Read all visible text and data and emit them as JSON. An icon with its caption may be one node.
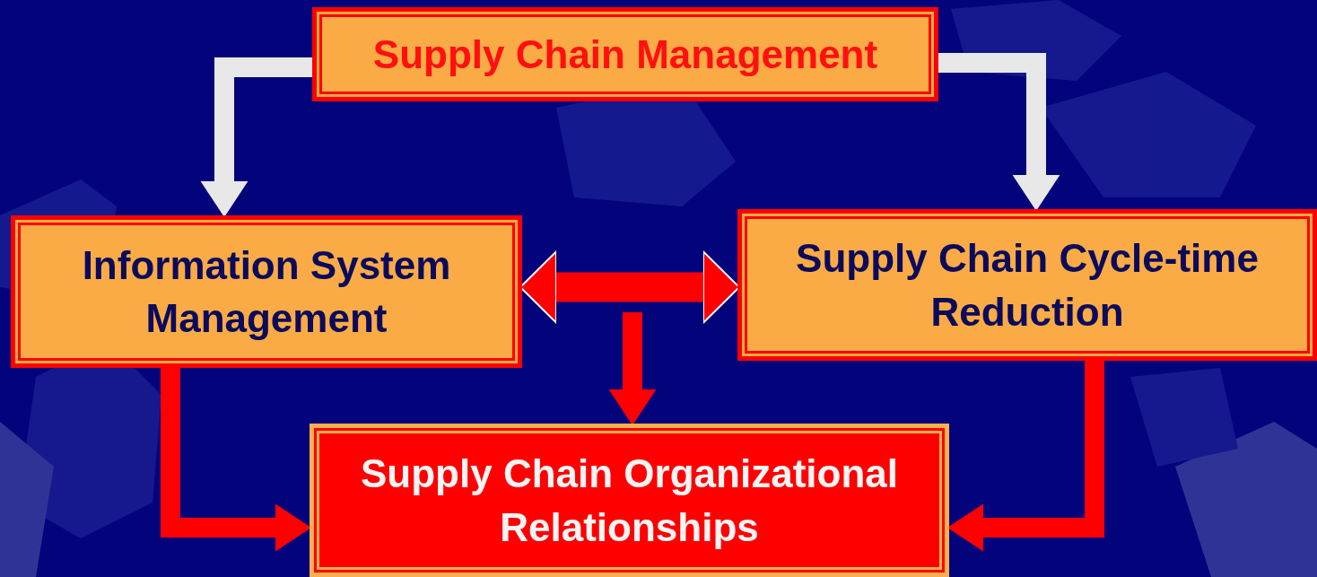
{
  "diagram": {
    "nodes": [
      {
        "text": [
          "Supply Chain Management"
        ]
      },
      {
        "text": [
          "Information System Management"
        ]
      },
      {
        "text": [
          "Supply Chain Cycle-time Reduction"
        ]
      },
      {
        "text": [
          "Supply Chain Organizational Relationships"
        ]
      }
    ],
    "edges": [
      {
        "from": 0,
        "to": 1,
        "arrow": "to",
        "color": "#e8e8e8"
      },
      {
        "from": 0,
        "to": 2,
        "arrow": "to",
        "color": "#e8e8e8"
      },
      {
        "from": 1,
        "to": 2,
        "arrow": "both"
      },
      {
        "from": null,
        "to": 3,
        "arrow": "to"
      },
      {
        "from": 1,
        "to": 3,
        "arrow": "to"
      },
      {
        "from": 2,
        "to": 3,
        "arrow": "to"
      }
    ]
  }
}
